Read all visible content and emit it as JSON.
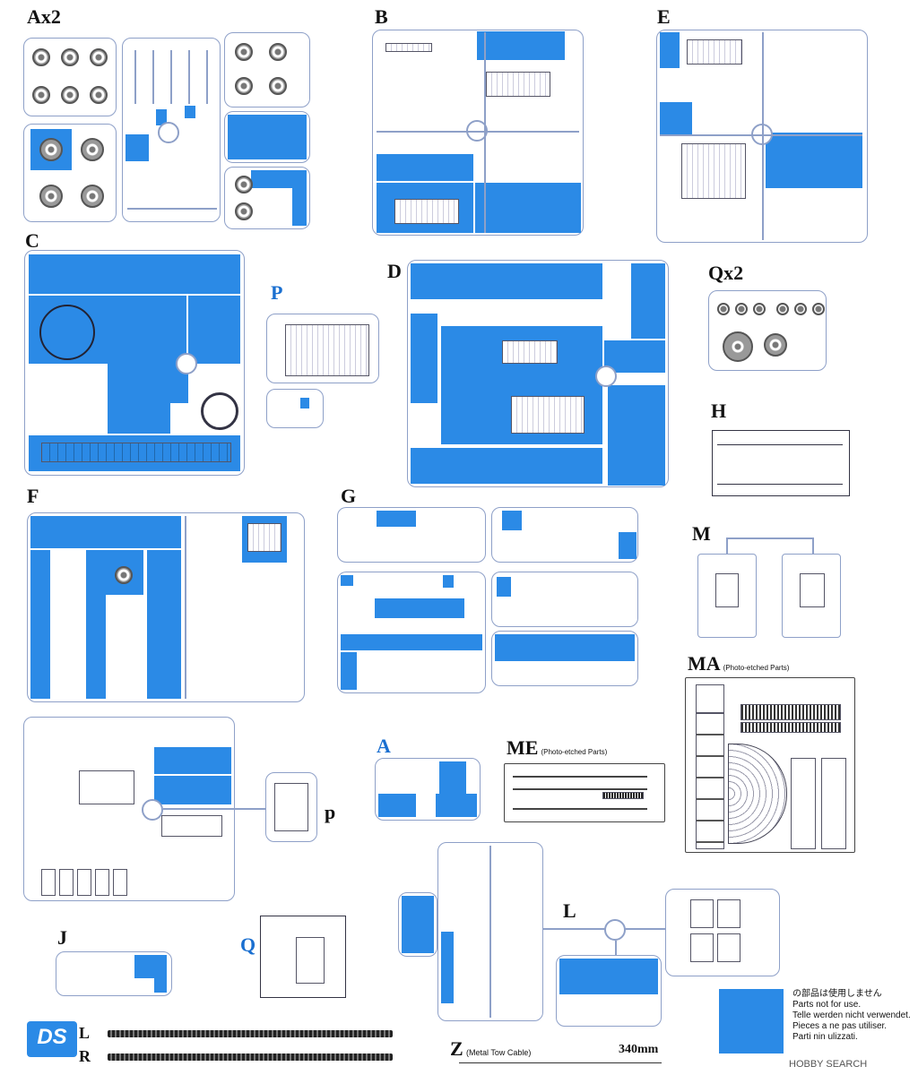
{
  "sprues": {
    "ax2": "Ax2",
    "b": "B",
    "e": "E",
    "c": "C",
    "p_blue": "P",
    "d": "D",
    "qx2": "Qx2",
    "h": "H",
    "f": "F",
    "g": "G",
    "m": "M",
    "ma": "MA",
    "ma_note": "(Photo-etched Parts)",
    "a_blue": "A",
    "me": "ME",
    "me_note": "(Photo-etched Parts)",
    "p_small": "p",
    "j": "J",
    "q_blue": "Q",
    "l": "L",
    "l_track": "L",
    "r_track": "R"
  },
  "z_label": "Z",
  "z_note": "(Metal Tow Cable)",
  "z_length": "340mm",
  "logo": "DS",
  "legend": [
    "の部品は使用しません",
    "Parts not for use.",
    "Telle werden nicht verwendet.",
    "Pieces a ne pas utiliser.",
    "Parti nin ulizzati."
  ],
  "watermark": "HOBBY SEARCH",
  "colors": {
    "unused_parts": "#2b8ae6",
    "frame": "#8ea0c8"
  }
}
